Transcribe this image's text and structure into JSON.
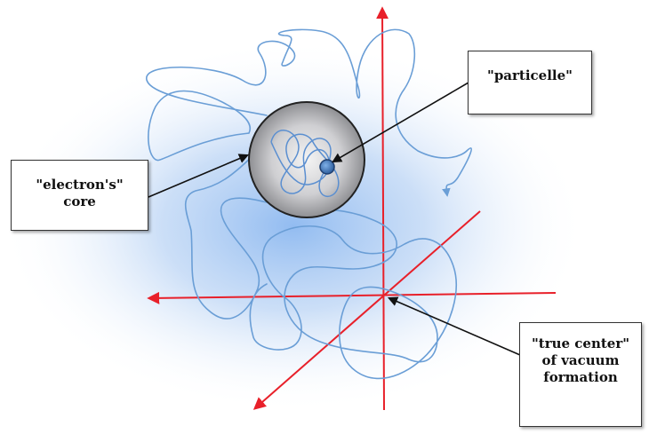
{
  "labels": {
    "particelle": {
      "line1": "\"particelle\""
    },
    "electron_core": {
      "line1": "\"electron's\"",
      "line2": "core"
    },
    "true_center": {
      "line1": "\"true center\"",
      "line2": "of vacuum",
      "line3": "formation"
    }
  },
  "colors": {
    "axis": "#e8202a",
    "scribble": "#6a9ed6",
    "glow": "#a9c9f2",
    "sphere_edge": "#222222",
    "particle": "#3c6fb0",
    "pointer": "#111111"
  }
}
